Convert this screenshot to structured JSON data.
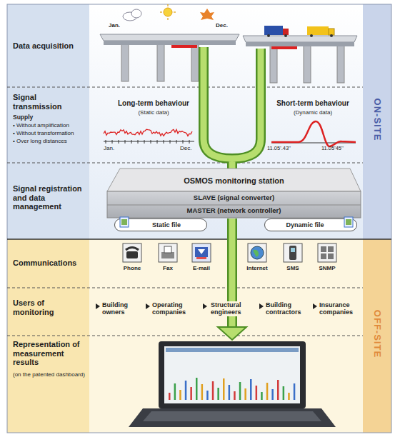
{
  "diagram": {
    "nodes": [
      {
        "text": [
          "OSMOS monitoring station",
          "SLAVE (signal converter)",
          "MASTER (network controller)"
        ]
      },
      {
        "text": [
          "Static file"
        ],
        "in": 0
      },
      {
        "text": [
          "Dynamic file"
        ],
        "in": 0
      },
      {
        "text": [
          "Phone"
        ]
      },
      {
        "text": [
          "Fax"
        ]
      },
      {
        "text": [
          "E-mail"
        ]
      },
      {
        "text": [
          "Internet"
        ]
      },
      {
        "text": [
          "SMS"
        ]
      },
      {
        "text": [
          "SNMP"
        ]
      }
    ],
    "labels": [
      "Data acquisition",
      "Signal transmission",
      "Supply",
      "• Without amplification",
      "• Without transformation",
      "• Over long distances",
      "Signal registration and data management",
      "Communications",
      "Users of monitoring",
      "Representation of measurement results",
      "(on the patented dashboard)",
      "ON-SITE",
      "OFF-SITE",
      "Jan.",
      "Dec.",
      "Long-term behaviour",
      "(Static data)",
      "Jan.",
      "Dec.",
      "Short-term behaviour",
      "(Dynamic data)",
      "11.05'.43''",
      "11.05'45''",
      "Building owners",
      "Operating companies",
      "Structural engineers",
      "Building contractors",
      "Insurance companies"
    ]
  }
}
